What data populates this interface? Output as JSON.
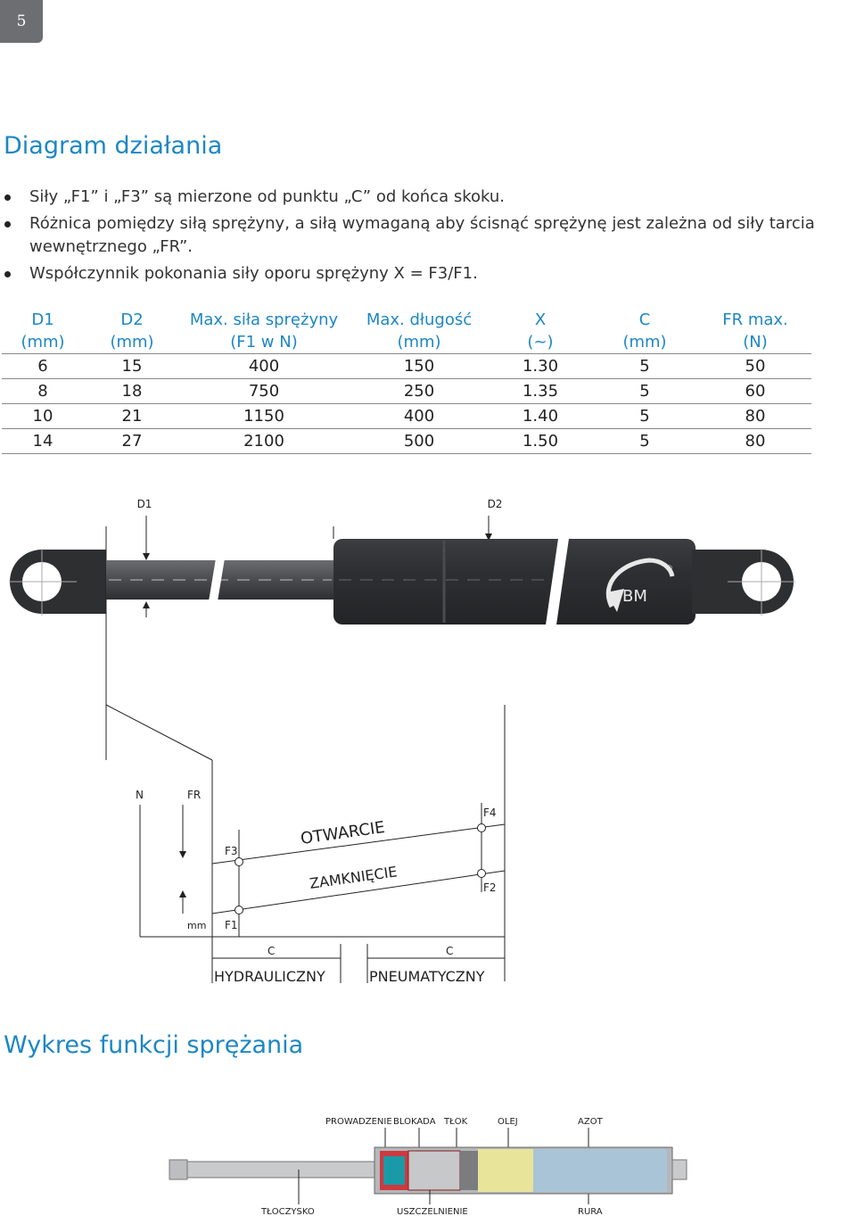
{
  "page_number": "5",
  "section1": {
    "title": "Diagram działania",
    "bullets": [
      "Siły „F1” i „F3” są mierzone od punktu „C” od końca skoku.",
      "Różnica pomiędzy siłą sprężyny, a siłą wymaganą aby ścisnąć sprężynę jest zależna od siły tarcia wewnętrznego „FR”.",
      "Współczynnik pokonania siły oporu sprężyny X = F3/F1."
    ]
  },
  "table": {
    "headers": [
      {
        "l1": "D1",
        "l2": "(mm)"
      },
      {
        "l1": "D2",
        "l2": "(mm)"
      },
      {
        "l1": "Max. siła sprężyny",
        "l2": "(F1 w N)"
      },
      {
        "l1": "Max. długość",
        "l2": "(mm)"
      },
      {
        "l1": "X",
        "l2": "(~)"
      },
      {
        "l1": "C",
        "l2": "(mm)"
      },
      {
        "l1": "FR max.",
        "l2": "(N)"
      }
    ],
    "rows": [
      [
        "6",
        "15",
        "400",
        "150",
        "1.30",
        "5",
        "50"
      ],
      [
        "8",
        "18",
        "750",
        "250",
        "1.35",
        "5",
        "60"
      ],
      [
        "10",
        "21",
        "1150",
        "400",
        "1.40",
        "5",
        "80"
      ],
      [
        "14",
        "27",
        "2100",
        "500",
        "1.50",
        "5",
        "80"
      ]
    ]
  },
  "diagram": {
    "d1_label": "D1",
    "d2_label": "D2",
    "logo_text": "BM",
    "logo_registered": "®",
    "axis_n": "N",
    "axis_fr": "FR",
    "axis_mm": "mm",
    "f1": "F1",
    "f2": "F2",
    "f3": "F3",
    "f4": "F4",
    "line_open": "OTWARCIE",
    "line_close": "ZAMKNIĘCIE",
    "c_left": "C",
    "c_right": "C",
    "hydraulic": "HYDRAULICZNY",
    "pneumatic": "PNEUMATYCZNY"
  },
  "section2": {
    "title": "Wykres funkcji sprężania"
  },
  "cutaway": {
    "prowadzenie": "PROWADZENIE",
    "blokada": "BLOKADA",
    "tlok": "TŁOK",
    "olej": "OLEJ",
    "azot": "AZOT",
    "tloczysko": "TŁOCZYSKO",
    "uszczelnienie": "USZCZELNIENIE",
    "rura": "RURA"
  },
  "colors": {
    "accent": "#1d87c4",
    "badge": "#6d6e71",
    "cylinder": "#2e2f31",
    "oil": "#e8e49a",
    "nitrogen": "#a9c4d7"
  }
}
